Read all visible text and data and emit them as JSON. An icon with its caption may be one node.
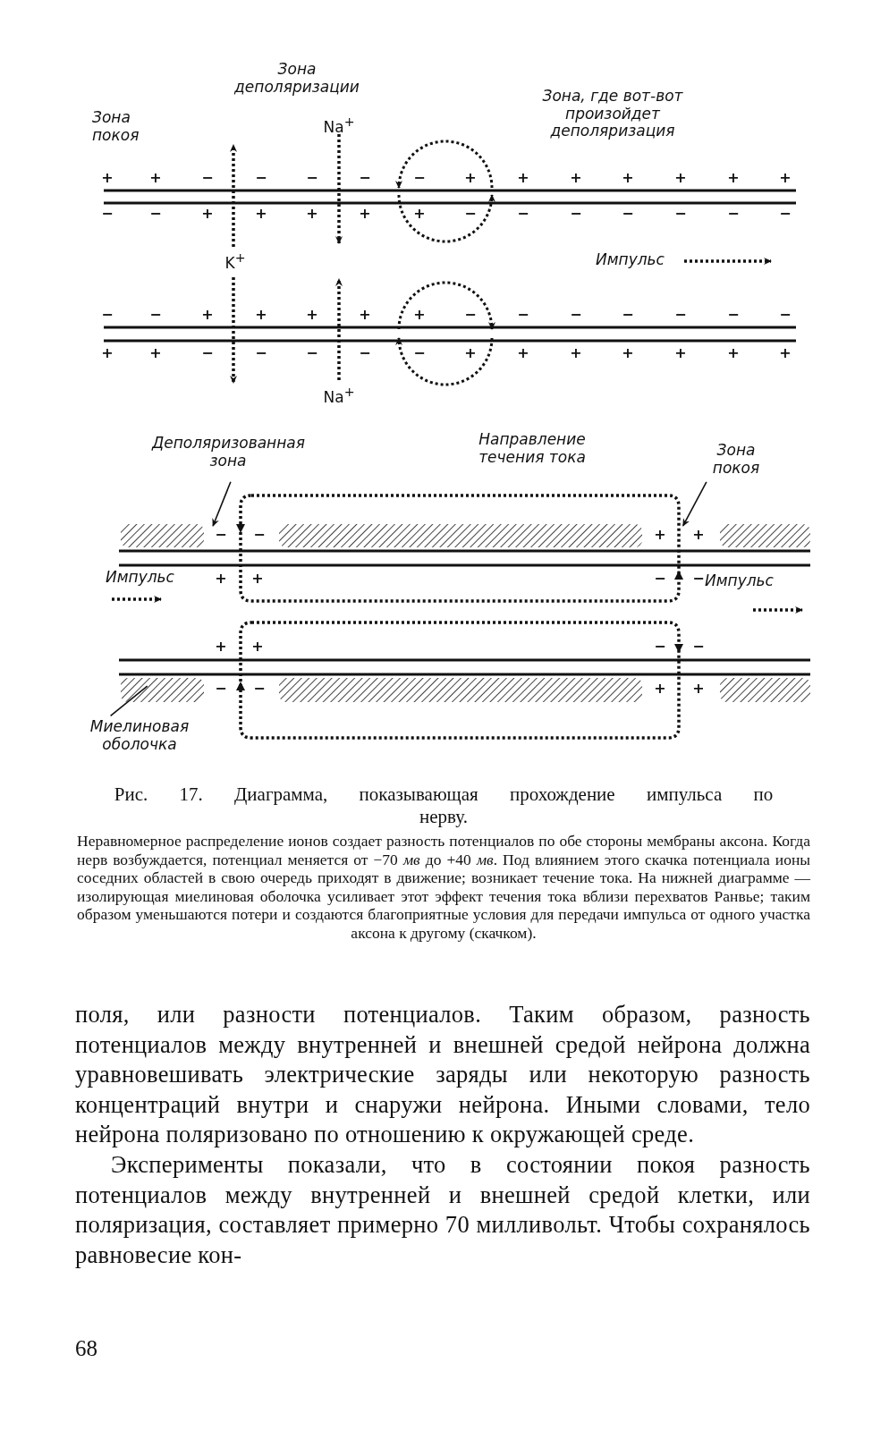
{
  "diagram": {
    "caption": "Рис. 17. Диаграмма, показывающая прохождение импульса по нерву.",
    "nodes": [
      {
        "text": [
          "Деполяризованная зона"
        ]
      },
      {
        "text": [
          "Зона покоя"
        ]
      },
      {
        "text": [
          "Миелиновая оболочка"
        ]
      },
      {
        "text": [],
        "shape": "axon"
      }
    ],
    "edges": [
      {
        "from": 0,
        "to": 3,
        "arrow": "to"
      },
      {
        "from": 1,
        "to": 3,
        "arrow": "to"
      },
      {
        "from": 2,
        "to": 3,
        "arrow": "none"
      }
    ],
    "labels": [
      "Зона покоя",
      "Зона деполяризации",
      "Na$^{+}$",
      "Зона, где вот-вот произойдет деполяризация",
      "+",
      "+",
      "−",
      "−",
      "−",
      "−",
      "−",
      "+",
      "+",
      "+",
      "+",
      "+",
      "+",
      "+",
      "−",
      "−",
      "+",
      "+",
      "+",
      "+",
      "+",
      "−",
      "−",
      "−",
      "−",
      "−",
      "−",
      "−",
      "K$^{+}$",
      "Импульс",
      "−",
      "−",
      "+",
      "+",
      "+",
      "+",
      "+",
      "−",
      "−",
      "−",
      "−",
      "−",
      "−",
      "−",
      "+",
      "+",
      "−",
      "−",
      "−",
      "−",
      "−",
      "+",
      "+",
      "+",
      "+",
      "+",
      "+",
      "+",
      "Na$^{+}$",
      "Направление течения тока",
      "−",
      "−",
      "+",
      "+",
      "Импульс",
      "+",
      "+",
      "−",
      "−",
      "Импульс",
      "+",
      "+",
      "−",
      "−",
      "−",
      "−",
      "+",
      "+",
      "Неравномерное распределение ионов создает разность потенциалов по обе стороны мембраны аксона. Когда нерв возбуждается, потенциал меняется от −70 *мв* до +40 *мв*. Под влиянием этого скачка потенциала ионы соседних областей в свою очередь приходят в движение; возникает течение тока. На нижней диаграмме — изолирующая миелиновая оболочка усиливает этот эффект течения тока вблизи перехватов Ранвье; таким образом уменьшаются потери и создаются благоприятные условия для передачи импульса от одного участка аксона к другому (скачком).",
      "поля, или разности потенциалов. Таким образом, разность потенциалов между внутренней и внешней средой нейрона должна уравновешивать электрические заряды или некоторую разность концентраций внутри и снаружи нейрона. Иными словами, тело нейрона поляризовано по отношению к окружающей среде.",
      "Эксперименты показали, что в состоянии покоя разность потенциалов между внутренней и внешней средой клетки, или поляризация, составляет примерно 70 милливольт. Чтобы сохранялось равновесие кон-",
      "68"
    ]
  }
}
